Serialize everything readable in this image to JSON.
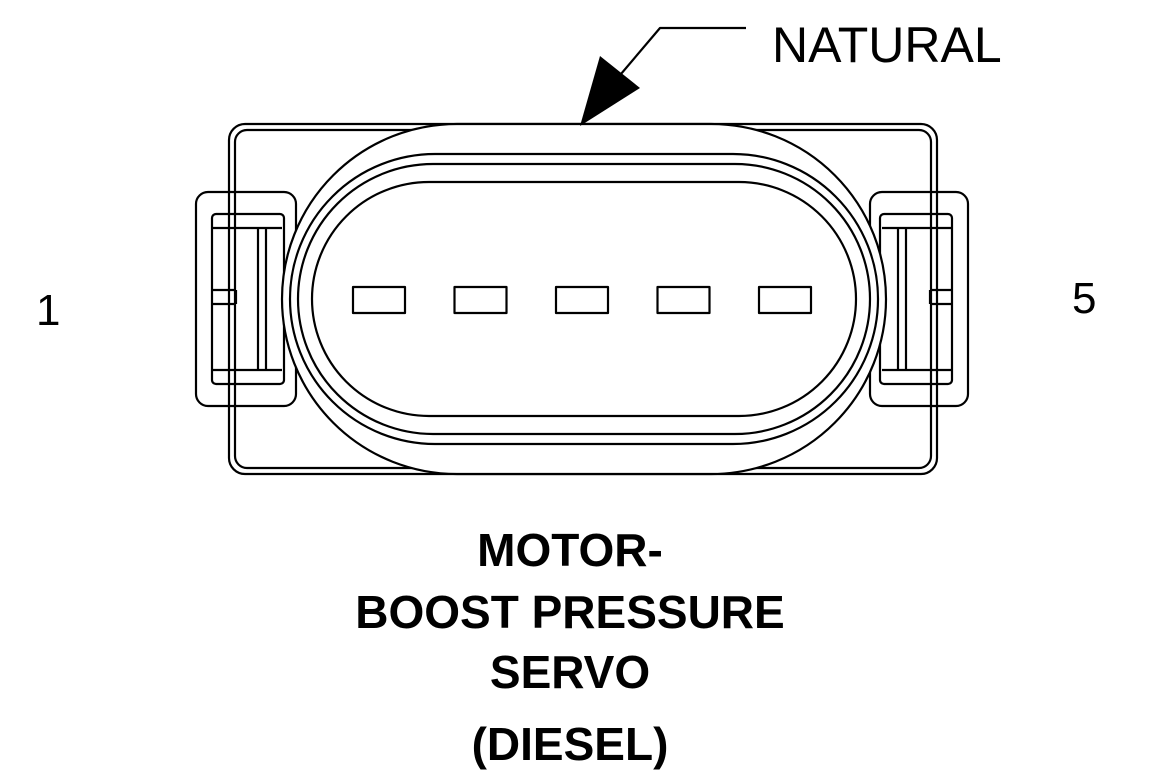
{
  "callout": {
    "label": "NATURAL"
  },
  "pins": {
    "first": "1",
    "last": "5",
    "terminal_count": 5
  },
  "caption": {
    "line1": "MOTOR-",
    "line2": "BOOST PRESSURE",
    "line3": "SERVO",
    "line4": "(DIESEL)"
  },
  "colors": {
    "line": "#000000",
    "background": "#ffffff"
  }
}
